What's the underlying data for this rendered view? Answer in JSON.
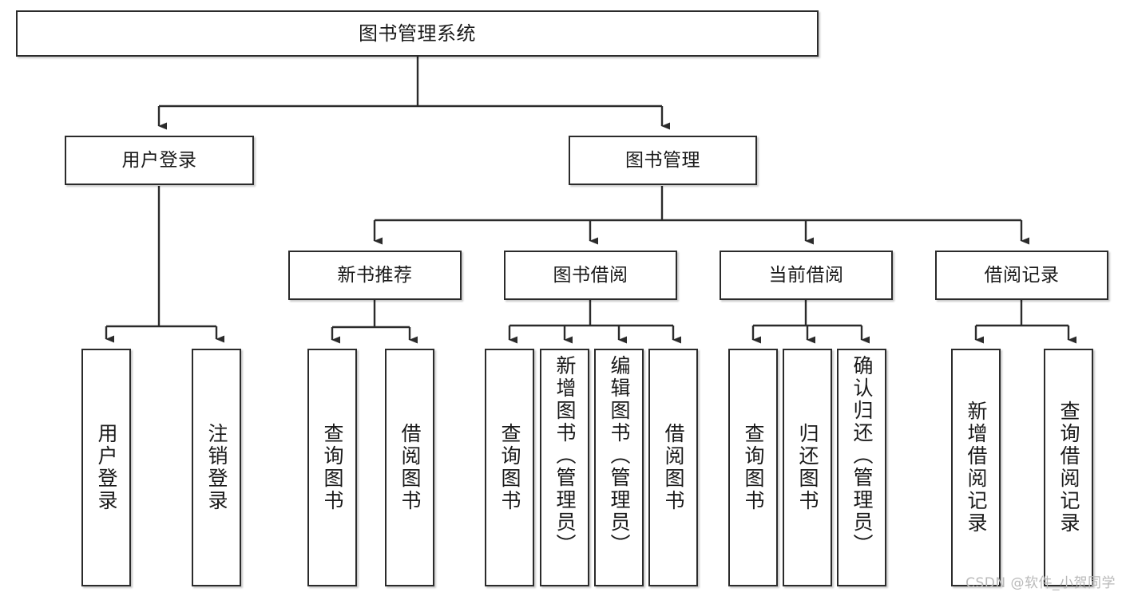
{
  "diagram": {
    "title": "图书管理系统",
    "type": "tree",
    "watermark": "CSDN @软件_小贺同学",
    "colors": {
      "box_border": "#2b2b2b",
      "box_fill": "#ffffff",
      "edge": "#2b2b2b",
      "text": "#1a1a1a",
      "watermark": "#b9b9b9",
      "background": "#ffffff"
    },
    "levels": {
      "root": "图书管理系统",
      "level2": [
        "用户登录",
        "图书管理"
      ],
      "level3": [
        "新书推荐",
        "图书借阅",
        "当前借阅",
        "借阅记录"
      ]
    },
    "nodes": {
      "root": {
        "label": "图书管理系统"
      },
      "user_login": {
        "label": "用户登录"
      },
      "book_manage": {
        "label": "图书管理"
      },
      "new_book_rec": {
        "label": "新书推荐"
      },
      "book_borrow": {
        "label": "图书借阅"
      },
      "current_borrow": {
        "label": "当前借阅"
      },
      "borrow_record": {
        "label": "借阅记录"
      },
      "leaf_user_login": {
        "label": "用户登录"
      },
      "leaf_logout": {
        "label": "注销登录"
      },
      "leaf_query_book_a": {
        "label": "查询图书"
      },
      "leaf_borrow_book_a": {
        "label": "借阅图书"
      },
      "leaf_query_book_b": {
        "label": "查询图书"
      },
      "leaf_add_book_admin": {
        "label": "新增图书（管理员）"
      },
      "leaf_edit_book_admin": {
        "label": "编辑图书（管理员）"
      },
      "leaf_borrow_book_b": {
        "label": "借阅图书"
      },
      "leaf_query_book_c": {
        "label": "查询图书"
      },
      "leaf_return_book": {
        "label": "归还图书"
      },
      "leaf_confirm_return_admin": {
        "label": "确认归还（管理员）"
      },
      "leaf_add_borrow_record": {
        "label": "新增借阅记录"
      },
      "leaf_query_borrow_record": {
        "label": "查询借阅记录"
      }
    },
    "tree": {
      "label": "图书管理系统",
      "children": [
        {
          "label": "用户登录",
          "children": [
            {
              "label": "用户登录"
            },
            {
              "label": "注销登录"
            }
          ]
        },
        {
          "label": "图书管理",
          "children": [
            {
              "label": "新书推荐",
              "children": [
                {
                  "label": "查询图书"
                },
                {
                  "label": "借阅图书"
                }
              ]
            },
            {
              "label": "图书借阅",
              "children": [
                {
                  "label": "查询图书"
                },
                {
                  "label": "新增图书（管理员）"
                },
                {
                  "label": "编辑图书（管理员）"
                },
                {
                  "label": "借阅图书"
                }
              ]
            },
            {
              "label": "当前借阅",
              "children": [
                {
                  "label": "查询图书"
                },
                {
                  "label": "归还图书"
                },
                {
                  "label": "确认归还（管理员）"
                }
              ]
            },
            {
              "label": "借阅记录",
              "children": [
                {
                  "label": "新增借阅记录"
                },
                {
                  "label": "查询借阅记录"
                }
              ]
            }
          ]
        }
      ]
    }
  }
}
